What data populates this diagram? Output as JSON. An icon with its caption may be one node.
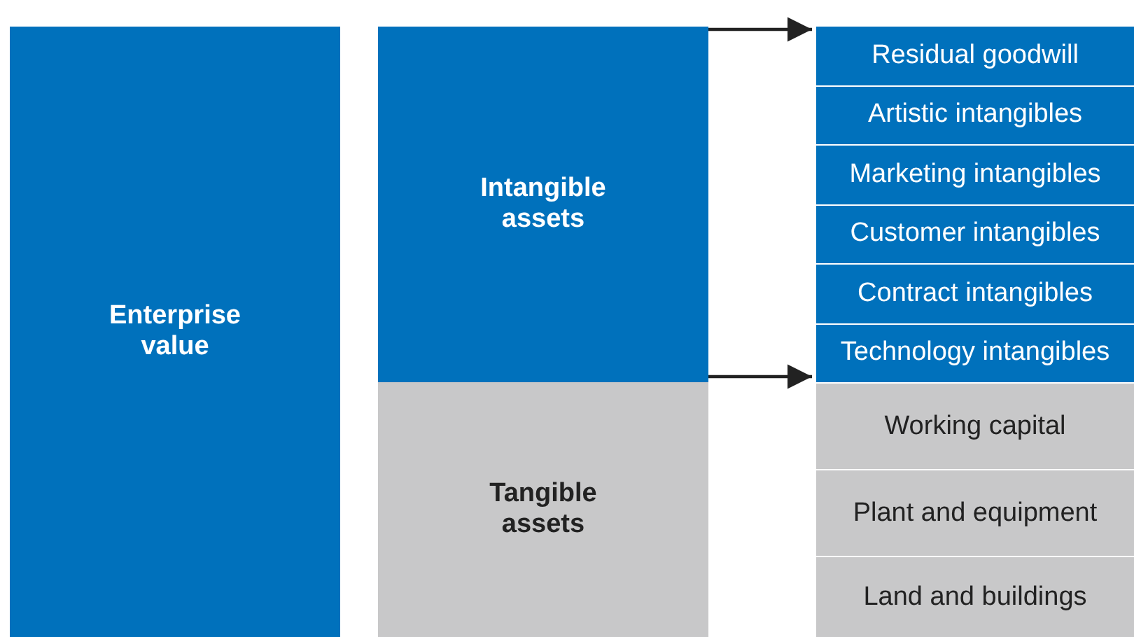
{
  "diagram": {
    "nodes": [
      {
        "text": [
          "Enterprise value"
        ]
      },
      {
        "text": [
          "Intangible assets"
        ]
      },
      {
        "text": [
          "Tangible assets"
        ]
      },
      {
        "text": [
          "Residual goodwill"
        ]
      },
      {
        "text": [
          "Artistic intangibles"
        ]
      },
      {
        "text": [
          "Marketing intangibles"
        ]
      },
      {
        "text": [
          "Customer intangibles"
        ]
      },
      {
        "text": [
          "Contract intangibles"
        ]
      },
      {
        "text": [
          "Technology intangibles"
        ]
      },
      {
        "text": [
          "Working capital"
        ]
      },
      {
        "text": [
          "Plant and equipment"
        ]
      },
      {
        "text": [
          "Land and buildings"
        ]
      }
    ],
    "edges": [
      {
        "from": 1,
        "to": 3,
        "arrow": "to"
      },
      {
        "from": 1,
        "to": 8,
        "arrow": "to"
      }
    ]
  }
}
